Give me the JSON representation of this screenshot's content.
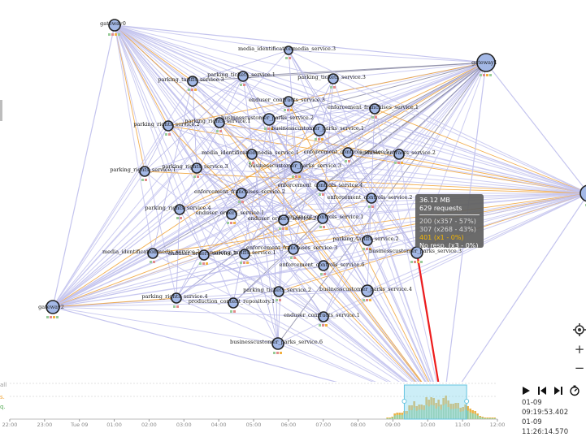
{
  "colors": {
    "edge_default": "#c4c4ee",
    "edge_dark": "#8a8aa4",
    "edge_orange": "#f0a030",
    "edge_highlight": "#ee1c1c",
    "node_fill": "#a3b8e6",
    "node_fill_purple": "#b6a6dc",
    "node_stroke": "#222222",
    "tooltip_bg": "#606060",
    "brush_fill": "#8dd9ee",
    "bar_green": "#99cc99",
    "bar_orange": "#f2b040"
  },
  "graph": {
    "nodes": [
      {
        "id": "gateway0",
        "label": "gateway0"
      },
      {
        "id": "gateway1",
        "label": "gateway1"
      },
      {
        "id": "gateway2",
        "label": "gateway2"
      },
      {
        "id": "gateway_r",
        "label": ""
      },
      {
        "id": "gateway_b",
        "label": ""
      },
      {
        "id": "mi3",
        "label": "media_identificationmedia_service.3"
      },
      {
        "id": "pt1",
        "label": "parking_tickets_service.1"
      },
      {
        "id": "pta3",
        "label": "parking_tariffs_service.3"
      },
      {
        "id": "pt3",
        "label": "parking_tickets_service.3"
      },
      {
        "id": "euc3",
        "label": "enduser_contracts_service.3"
      },
      {
        "id": "ef1",
        "label": "enforcement_franchises_service.1"
      },
      {
        "id": "pr2",
        "label": "parking_rights_service.2"
      },
      {
        "id": "prm",
        "label": "parking_rights_service.1"
      },
      {
        "id": "bcp2",
        "label": "businesscustomer_parks_service.2"
      },
      {
        "id": "bcp1",
        "label": "businesscustomer_parks_service.1"
      },
      {
        "id": "mi1",
        "label": "media_identificationmedia_service.1"
      },
      {
        "id": "ec5",
        "label": "enforcement_controls_service.5"
      },
      {
        "id": "euc2",
        "label": "enduser_contracts_service.2"
      },
      {
        "id": "pr1",
        "label": "parking_rights_service.1"
      },
      {
        "id": "pr3",
        "label": "parking_rights_service.3"
      },
      {
        "id": "bcp3",
        "label": "businesscustomer_parks_service.3"
      },
      {
        "id": "ec4",
        "label": "enforcement_controls_service.4"
      },
      {
        "id": "ef2",
        "label": "enforcement_franchises_service.2"
      },
      {
        "id": "ec2",
        "label": "enforcement_controls_service.2"
      },
      {
        "id": "prs",
        "label": "parking_rights_service.4"
      },
      {
        "id": "euo1",
        "label": "enduser_orders_service.1"
      },
      {
        "id": "ec1",
        "label": "enforcement_controls_service.1"
      },
      {
        "id": "euo2",
        "label": "enduser_orders_service.2"
      },
      {
        "id": "pta2",
        "label": "parking_tariffs_service.2"
      },
      {
        "id": "bcp3b",
        "label": "businesscustomer_parks_service.3"
      },
      {
        "id": "mi2",
        "label": "media_identificationmedia_service.2"
      },
      {
        "id": "euo3",
        "label": "enduser_orders_service.3"
      },
      {
        "id": "pta1",
        "label": "parking_tariffs_service.1"
      },
      {
        "id": "ef3",
        "label": "enforcement_franchises_service.3"
      },
      {
        "id": "ec6",
        "label": "enforcement_controls_service.6"
      },
      {
        "id": "pt2",
        "label": "parking_tickets_service.2"
      },
      {
        "id": "bcp4",
        "label": "businesscustomer_parks_service.4"
      },
      {
        "id": "pr4",
        "label": "parking_rights_service.4"
      },
      {
        "id": "pc1",
        "label": "production_content_repository.1"
      },
      {
        "id": "euc1",
        "label": "enduser_contracts_service.1"
      },
      {
        "id": "bcp6",
        "label": "businesscustomer_parks_service.6"
      }
    ]
  },
  "tooltip": {
    "size": "36.12 MB",
    "requests": "629 requests",
    "lines": [
      {
        "code": "200",
        "detail": "(x357 - 57%)"
      },
      {
        "code": "307",
        "detail": "(x268 - 43%)"
      },
      {
        "code": "401",
        "detail": "(x1 - 0%)"
      },
      {
        "code": "No resp.",
        "detail": "(x3 - 0%)"
      }
    ]
  },
  "controls": {
    "locate_icon": "crosshair-icon",
    "zoom_in": "+",
    "zoom_out": "−"
  },
  "player": {
    "time_start": "01-09 09:19:53.402",
    "time_end": "01-09 11:26:14.570"
  },
  "timeline": {
    "ticks": [
      "22:00",
      "23:00",
      "Tue 09",
      "01:00",
      "02:00",
      "03:00",
      "04:00",
      "05:00",
      "06:00",
      "07:00",
      "08:00",
      "09:00",
      "10:00",
      "11:00",
      "12:00"
    ],
    "legend": [
      "all",
      "s.",
      "q."
    ]
  }
}
